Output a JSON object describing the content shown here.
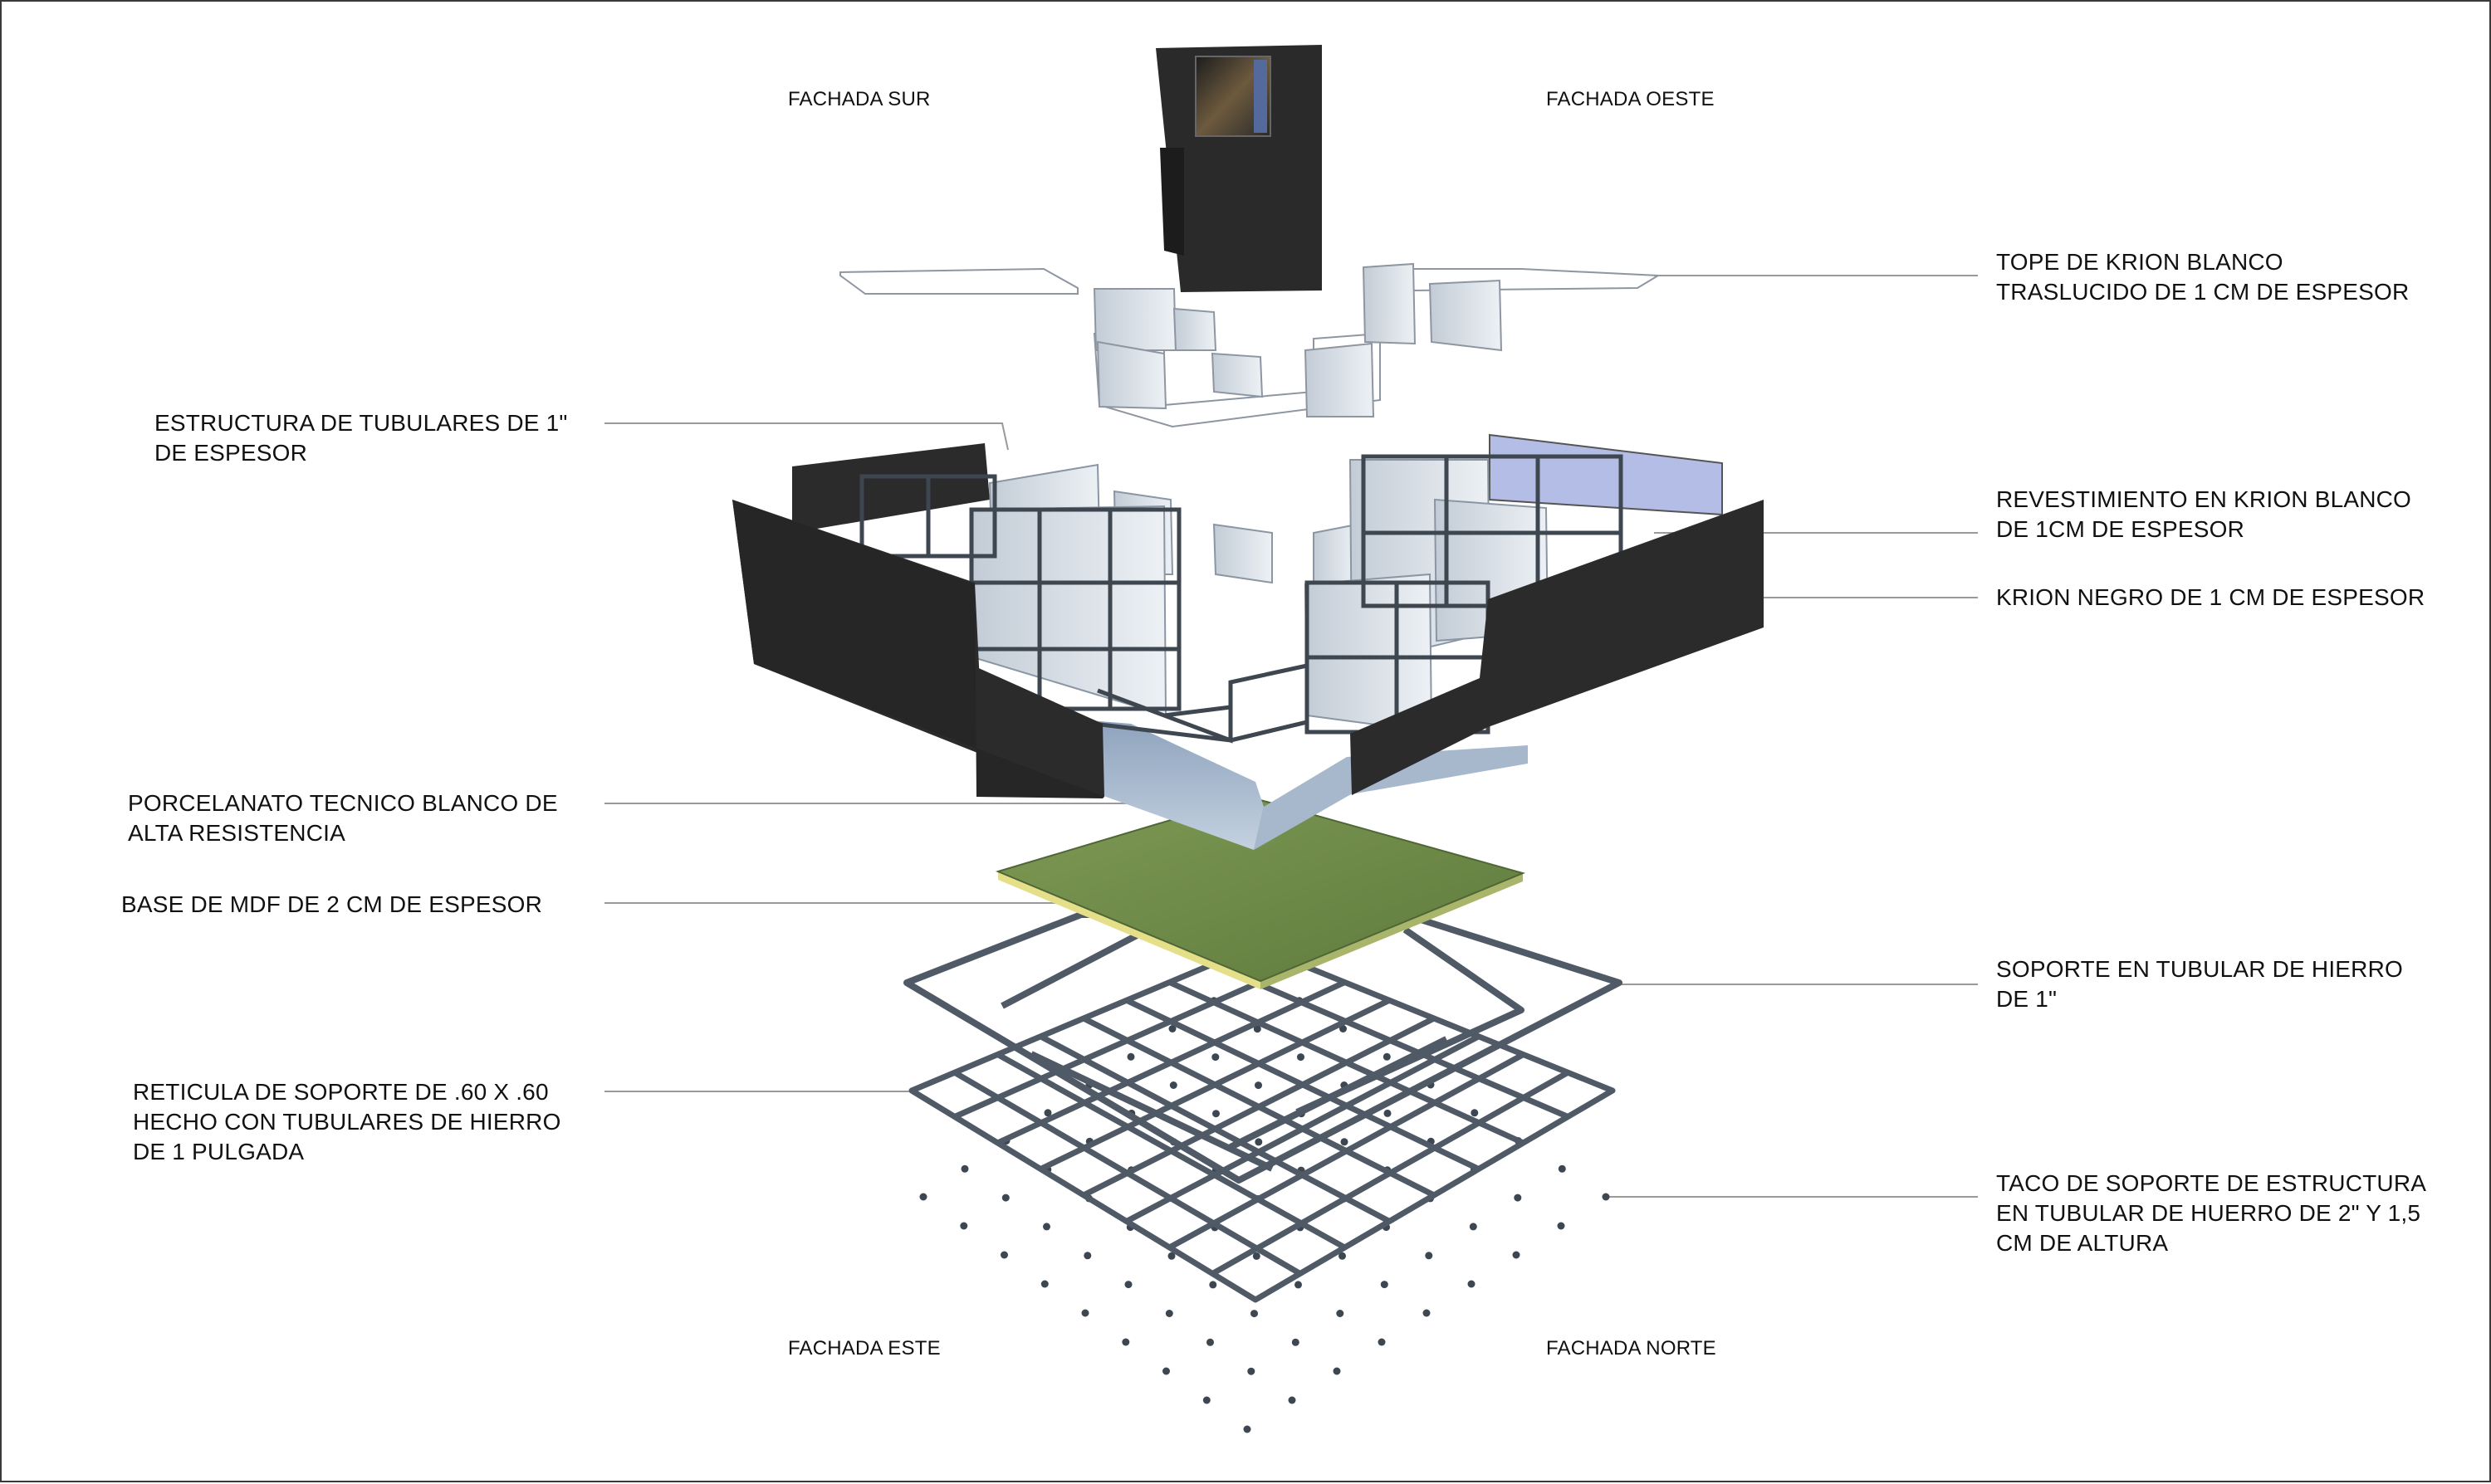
{
  "facades": {
    "sur": "FACHADA SUR",
    "oeste": "FACHADA OESTE",
    "este": "FACHADA ESTE",
    "norte": "FACHADA NORTE"
  },
  "labels": {
    "tope": "TOPE DE KRION BLANCO\nTRASLUCIDO DE 1 CM DE ESPESOR",
    "estructura": "ESTRUCTURA DE TUBULARES DE 1\"\nDE ESPESOR",
    "revestimiento": "REVESTIMIENTO EN KRION BLANCO\nDE 1CM DE ESPESOR",
    "krion_negro": "KRION NEGRO DE 1 CM DE ESPESOR",
    "porcelanato": "PORCELANATO TECNICO BLANCO DE\nALTA RESISTENCIA",
    "base_mdf": "BASE DE MDF DE 2 CM DE ESPESOR",
    "soporte": "SOPORTE EN TUBULAR DE HIERRO\nDE 1\"",
    "reticula": "RETICULA DE SOPORTE DE .60 X .60\nHECHO CON TUBULARES DE HIERRO\nDE 1 PULGADA",
    "taco": "TACO DE SOPORTE DE ESTRUCTURA\nEN TUBULAR DE HUERRO DE 2\" Y 1,5\nCM DE ALTURA"
  },
  "colors": {
    "krion_negro": "#2b2b2b",
    "krion_blanco": "#dde3ea",
    "tubular": "#4f5a66",
    "mdf": "#6f8a48",
    "porcelanato": "#aebfd3",
    "leader": "#9a9a9a"
  }
}
